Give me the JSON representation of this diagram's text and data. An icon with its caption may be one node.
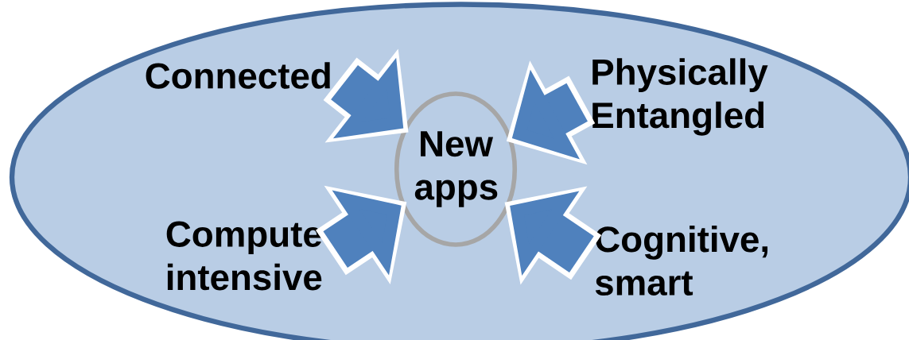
{
  "diagram": {
    "nodes": [
      {
        "text": [],
        "shape": "ellipse"
      },
      {
        "text": [
          "Connected"
        ],
        "in": 0
      },
      {
        "text": [
          "Physically Entangled"
        ],
        "in": 0
      },
      {
        "text": [
          "Compute intensive"
        ],
        "in": 0
      },
      {
        "text": [
          "Cognitive, smart"
        ],
        "in": 0
      },
      {
        "text": [
          "New apps"
        ],
        "in": 0
      }
    ],
    "edges": [
      {
        "from": 1,
        "to": 5,
        "arrow": "to"
      },
      {
        "from": 2,
        "to": 5,
        "arrow": "to"
      },
      {
        "from": 3,
        "to": 5,
        "arrow": "to"
      },
      {
        "from": 4,
        "to": 5,
        "arrow": "to"
      }
    ]
  }
}
